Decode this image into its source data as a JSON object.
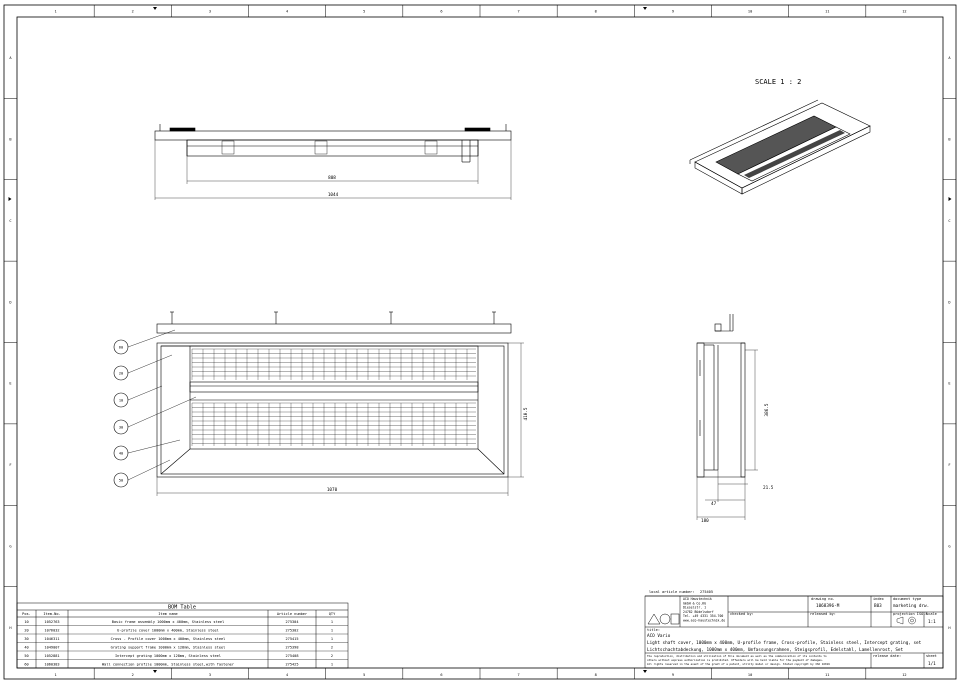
{
  "frame": {
    "cols": [
      "1",
      "2",
      "3",
      "4",
      "5",
      "6",
      "7",
      "8",
      "9",
      "10",
      "11",
      "12"
    ],
    "rows": [
      "A",
      "B",
      "C",
      "D",
      "E",
      "F",
      "G",
      "H"
    ]
  },
  "scale_label": "SCALE 1 : 2",
  "dims": {
    "top_inner": "808",
    "top_outer": "1044",
    "front_width": "1070",
    "front_height": "410.5",
    "side_height": "386.5",
    "side_a": "21.5",
    "side_b": "47",
    "side_c": "180"
  },
  "balloons": [
    "60",
    "20",
    "10",
    "30",
    "40",
    "50"
  ],
  "bom": {
    "title": "BOM Table",
    "headers": [
      "Pos.",
      "Item-No.",
      "Item name",
      "Article number",
      "QTY"
    ],
    "rows": [
      [
        "10",
        "1052763",
        "Basic frame assembly 1000mm x 400mm, Stainless steel",
        "275304",
        "1"
      ],
      [
        "20",
        "1076032",
        "U-profile cover 1000mm x 400mm, Stainless steel",
        "275302",
        "1"
      ],
      [
        "30",
        "1046311",
        "Cross - Profile cover 1000mm x 400mm, Stainless steel",
        "275415",
        "1"
      ],
      [
        "40",
        "1049007",
        "Grating support frame 1000mm x 128mm, Stainless steel",
        "275398",
        "2"
      ],
      [
        "50",
        "1052881",
        "Intercept grating 1000mm x 128mm, Stainless steel",
        "275408",
        "2"
      ],
      [
        "60",
        "1060383",
        "Wall connection profile 1000mm, Stainless steel,with fastener",
        "275425",
        "1"
      ]
    ]
  },
  "titleblock": {
    "local_article_label": "local article number:",
    "local_article_value": "275405",
    "company": [
      "ACO Haustechnik",
      "GmbH & Co.KG",
      "Dieselstr. 1",
      "24782 Büdelsdorf",
      "Tel. +49 4331 354-700",
      "www.aco-haustechnik.de"
    ],
    "drawing_no_label": "drawing no.",
    "drawing_no": "1068396-M",
    "index_label": "index",
    "index": "B03",
    "doctype_label": "document type",
    "doctype": "marketing drw.",
    "checked_label": "checked by:",
    "released_label": "released by:",
    "projection_label": "projection ISO-E",
    "scale_label": "scale",
    "scale": "1:1",
    "title_label": "title:",
    "title_line1": "ACO Vario",
    "title_line2": "Light shaft cover, 1000mm x 400mm, U-profile frame, Cross-profile, Stainless steel, Intercept grating, set",
    "title_line3": "Lichtschachtabdeckung, 1000mm x 400mm, Umfassungsrahmen, Steigsprofil, Edelstahl, Lamellenrost, Set",
    "legal1": "The reproduction, distribution and utilization of this document as well as the communication of its contents to",
    "legal2": "others without express authorization is prohibited. Offenders will be held liable for the payment of damages.",
    "legal3": "All rights reserved in the event of the grant of a patent, utility model or design. Stated copyright by ISO 16016",
    "release_date_label": "release date:",
    "sheet_label": "sheet",
    "sheet": "1/1"
  }
}
